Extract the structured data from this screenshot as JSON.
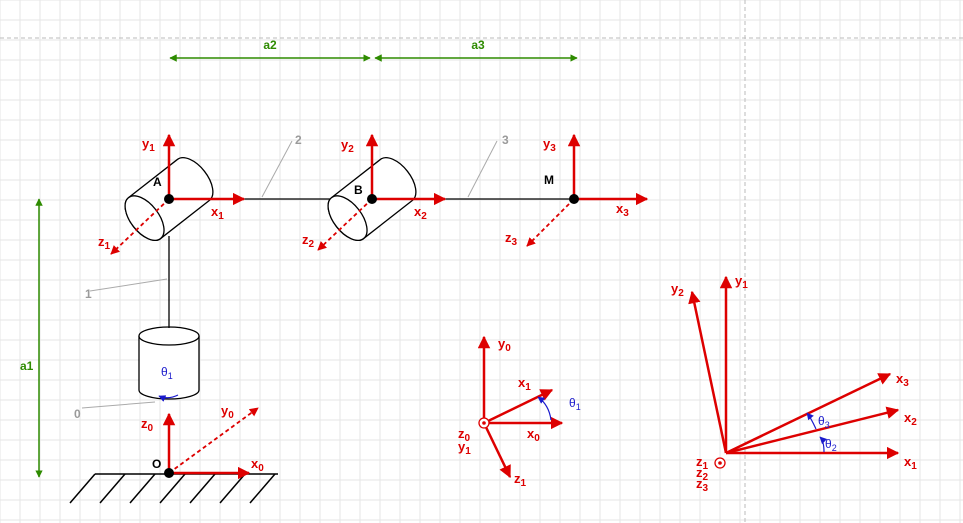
{
  "colors": {
    "axis": "#dd0000",
    "dimension": "#2e8b00",
    "link_label": "#9a9a9a",
    "angle": "#1a1acc",
    "structure": "#000000",
    "grid": "#e6e6e6"
  },
  "dimensions": {
    "a1": "a1",
    "a2": "a2",
    "a3": "a3"
  },
  "links": {
    "l0": "0",
    "l1": "1",
    "l2": "2",
    "l3": "3"
  },
  "points": {
    "O": "O",
    "A": "A",
    "B": "B",
    "M": "M"
  },
  "axes": {
    "x": "x",
    "y": "y",
    "z": "z",
    "s0": "0",
    "s1": "1",
    "s2": "2",
    "s3": "3"
  },
  "angles": {
    "theta": "θ",
    "s1": "1",
    "s2": "2",
    "s3": "3"
  }
}
